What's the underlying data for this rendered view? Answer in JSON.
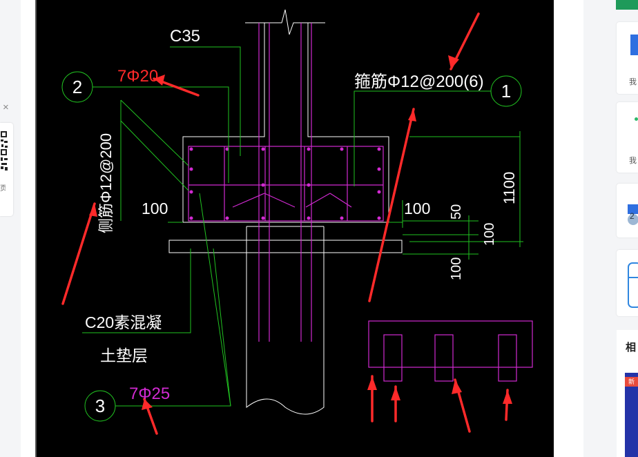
{
  "page": {
    "close_glyph": "×",
    "qr_side_text": "页"
  },
  "drawing": {
    "labels": {
      "c35": "C35",
      "bar2": "7Φ20",
      "stirrup": "箍筋Φ12@200(6)",
      "side_bar": "侧筋Φ12@200",
      "c20": "C20素混凝",
      "cushion": "土垫层",
      "bar3": "7Φ25"
    },
    "callouts": {
      "n1": "1",
      "n2": "2",
      "n3": "3"
    },
    "dimensions": {
      "left100": "100",
      "right100": "100",
      "d50": "50",
      "d100a": "100",
      "d100b": "100",
      "d1100": "1100"
    },
    "colors": {
      "concrete": "#ffffff",
      "rebar": "#d22ad2",
      "leader": "#21c321",
      "annotation": "#ff2a2a",
      "background": "#000000"
    }
  },
  "right_sidebar": {
    "card1_label": "我",
    "card2_label": "我",
    "card3_badge": "2",
    "related_title": "相",
    "thumb_tag": "新"
  }
}
